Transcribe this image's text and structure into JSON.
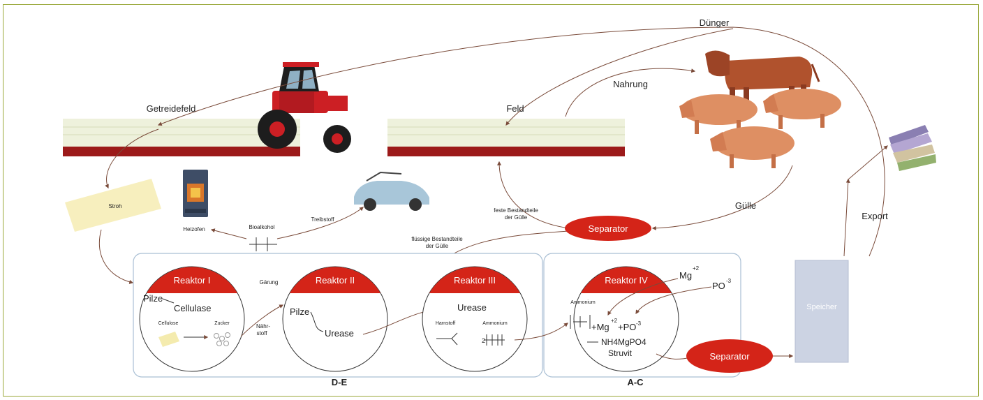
{
  "labels": {
    "duenger": "Dünger",
    "getreidefeld": "Getreidefeld",
    "feld": "Feld",
    "nahrung": "Nahrung",
    "stroh": "Stroh",
    "heizofen": "Heizofen",
    "bioalkohol": "Bioalkohol",
    "treibstoff": "Treibstoff",
    "feste_1": "feste Bestandteile",
    "feste_2": "der Gülle",
    "guelle": "Gülle",
    "fluessige_1": "flüssige Bestandteile",
    "fluessige_2": "der Gülle",
    "export": "Export",
    "speicher": "Speicher",
    "separator_1": "Separator",
    "separator_2": "Separator",
    "gaerung": "Gärung",
    "naehrstoff_1": "Nähr-",
    "naehrstoff_2": "stoff",
    "group_de": "D-E",
    "group_ac": "A-C"
  },
  "reactors": [
    {
      "title": "Reaktor I",
      "pilze": "Pilze",
      "enzyme": "Cellulase",
      "substrate": "Cellulose",
      "product": "Zucker"
    },
    {
      "title": "Reaktor II",
      "pilze": "Pilze",
      "enzyme": "Urease"
    },
    {
      "title": "Reaktor III",
      "enzyme": "Urease",
      "substrate": "Harnstoff",
      "product": "Ammonium",
      "coef": "2"
    },
    {
      "title": "Reaktor IV",
      "ammonium": "Ammonium",
      "mg_ion": "+Mg",
      "mg_charge": "+2",
      "po_ion": "+PO",
      "po_charge": "-3",
      "product_formula": "NH4MgPO4",
      "product_name": "Struvit"
    }
  ],
  "ions": {
    "mg": "Mg",
    "mg_charge": "+2",
    "po": "PO",
    "po_charge": "-3"
  },
  "colors": {
    "accent_red": "#d42418",
    "soil": "#9c1a1a",
    "field": "#eef1dc",
    "frame": "#9aa83a",
    "box_border": "#a9bfd4",
    "speicher": "#ccd3e3"
  }
}
